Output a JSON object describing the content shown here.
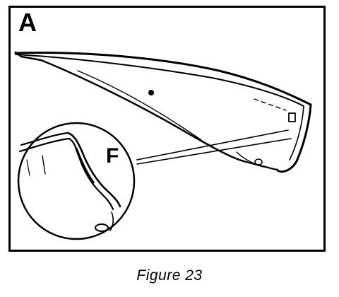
{
  "figure": {
    "callouts": {
      "a": "A",
      "f": "F"
    },
    "caption": "Figure 23",
    "colors": {
      "line": "#000000",
      "background": "#ffffff"
    }
  }
}
